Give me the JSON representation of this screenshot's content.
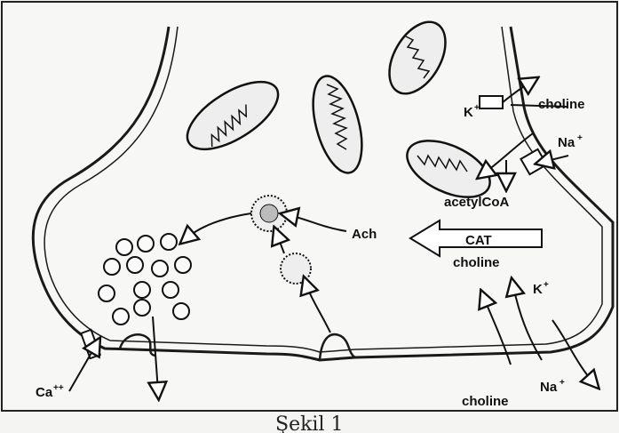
{
  "labels": {
    "k_top": "K",
    "k_top_sup": "+",
    "choline_top": "choline",
    "na_top": "Na",
    "na_top_sup": "+",
    "acetylcoa": "acetylCoA",
    "cat": "CAT",
    "choline_mid": "choline",
    "ach": "Ach",
    "k_right": "K",
    "k_right_sup": "+",
    "ca": "Ca",
    "ca_sup": "++",
    "choline_bottom": "choline",
    "na_bottom": "Na",
    "na_bottom_sup": "+"
  },
  "caption": "Şekil 1"
}
